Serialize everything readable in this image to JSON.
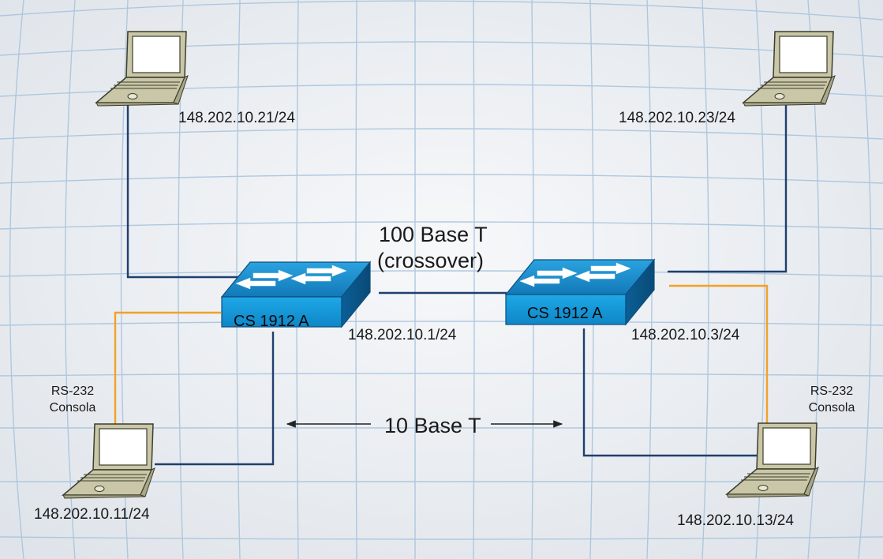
{
  "diagram": {
    "link_100": {
      "line1": "100 Base T",
      "line2": "(crossover)"
    },
    "link_10": "10 Base T",
    "switches": [
      {
        "label": "CS 1912 A",
        "ip": "148.202.10.1/24"
      },
      {
        "label": "CS 1912 A",
        "ip": "148.202.10.3/24"
      }
    ],
    "hosts": {
      "top_left": "148.202.10.21/24",
      "top_right": "148.202.10.23/24",
      "bottom_left": "148.202.10.11/24",
      "bottom_right": "148.202.10.13/24"
    },
    "console": {
      "left": {
        "line1": "RS-232",
        "line2": "Consola"
      },
      "right": {
        "line1": "RS-232",
        "line2": "Consola"
      }
    },
    "colors": {
      "background": "#e9edf2",
      "grid": "#a9c4dd",
      "ethernet_cable": "#1f3f6e",
      "console_cable": "#f2a127",
      "switch_top": "#1f8fd0",
      "switch_front": "#169bdb",
      "laptop_body": "#c8c6a6"
    }
  }
}
